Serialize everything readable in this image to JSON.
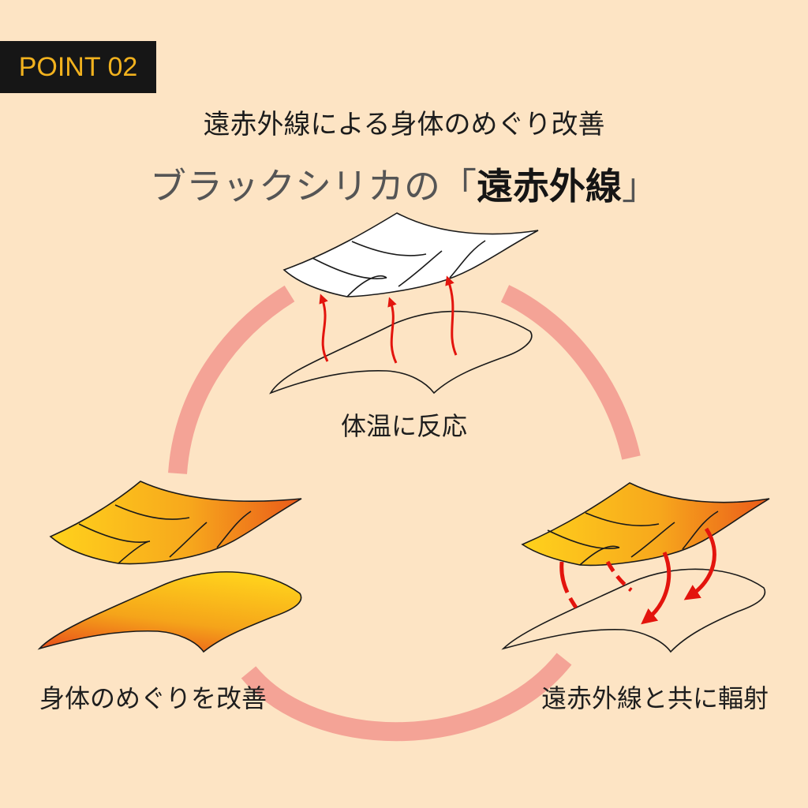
{
  "badge": {
    "label": "POINT 02"
  },
  "subtitle": "遠赤外線による身体のめぐり改善",
  "headline": {
    "prefix": "ブラックシリカの",
    "open_bracket": "「",
    "emphasis": "遠赤外線",
    "close_bracket": "」"
  },
  "steps": [
    {
      "label": "体温に反応"
    },
    {
      "label": "遠赤外線と共に輻射"
    },
    {
      "label": "身体のめぐりを改善"
    }
  ],
  "colors": {
    "background": "#fde4c4",
    "cycle_arc": "#f4a396",
    "arrow_red": "#e3140d",
    "badge_bg": "#161616",
    "badge_text": "#f2b21e",
    "warm_light": "#ffd21c",
    "warm_dark": "#ea5a1a"
  }
}
